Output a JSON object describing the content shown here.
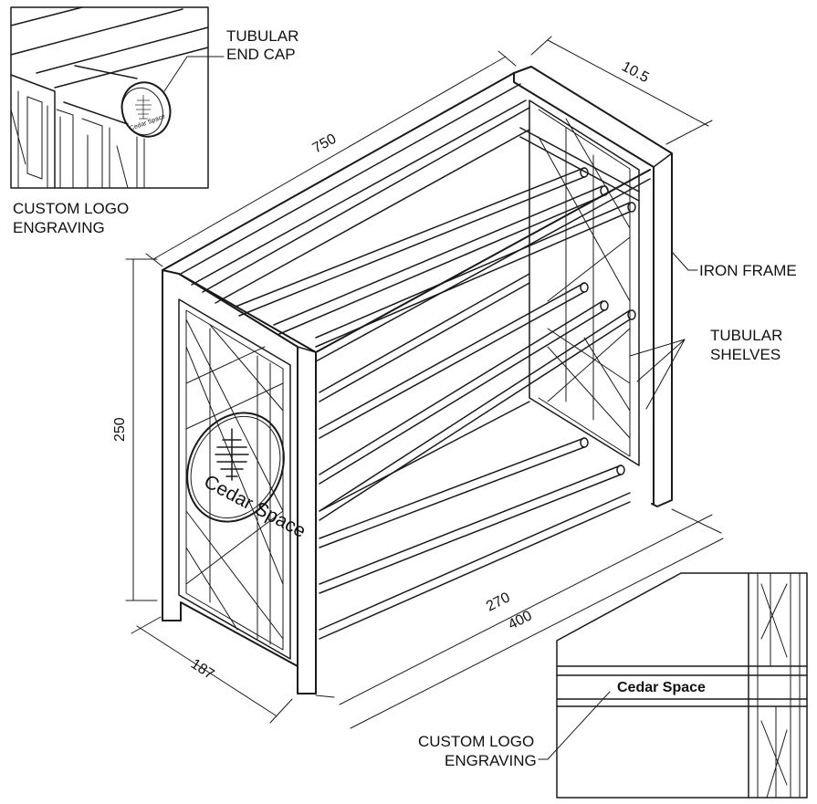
{
  "labels": {
    "tubular_end_cap_line1": "TUBULAR",
    "tubular_end_cap_line2": "END CAP",
    "custom_logo_top_line1": "CUSTOM LOGO",
    "custom_logo_top_line2": "ENGRAVING",
    "iron_frame": "IRON FRAME",
    "tubular_shelves_line1": "TUBULAR",
    "tubular_shelves_line2": "SHELVES",
    "custom_logo_bottom_line1": "CUSTOM LOGO",
    "custom_logo_bottom_line2": "ENGRAVING"
  },
  "dimensions": {
    "length": "750",
    "depth_top": "10.5",
    "height": "250",
    "width": "187",
    "inner_length": "270",
    "overall_length": "400"
  },
  "logo": {
    "brand": "Cedar Space"
  },
  "colors": {
    "line": "#1a1a1a",
    "background": "#ffffff"
  }
}
